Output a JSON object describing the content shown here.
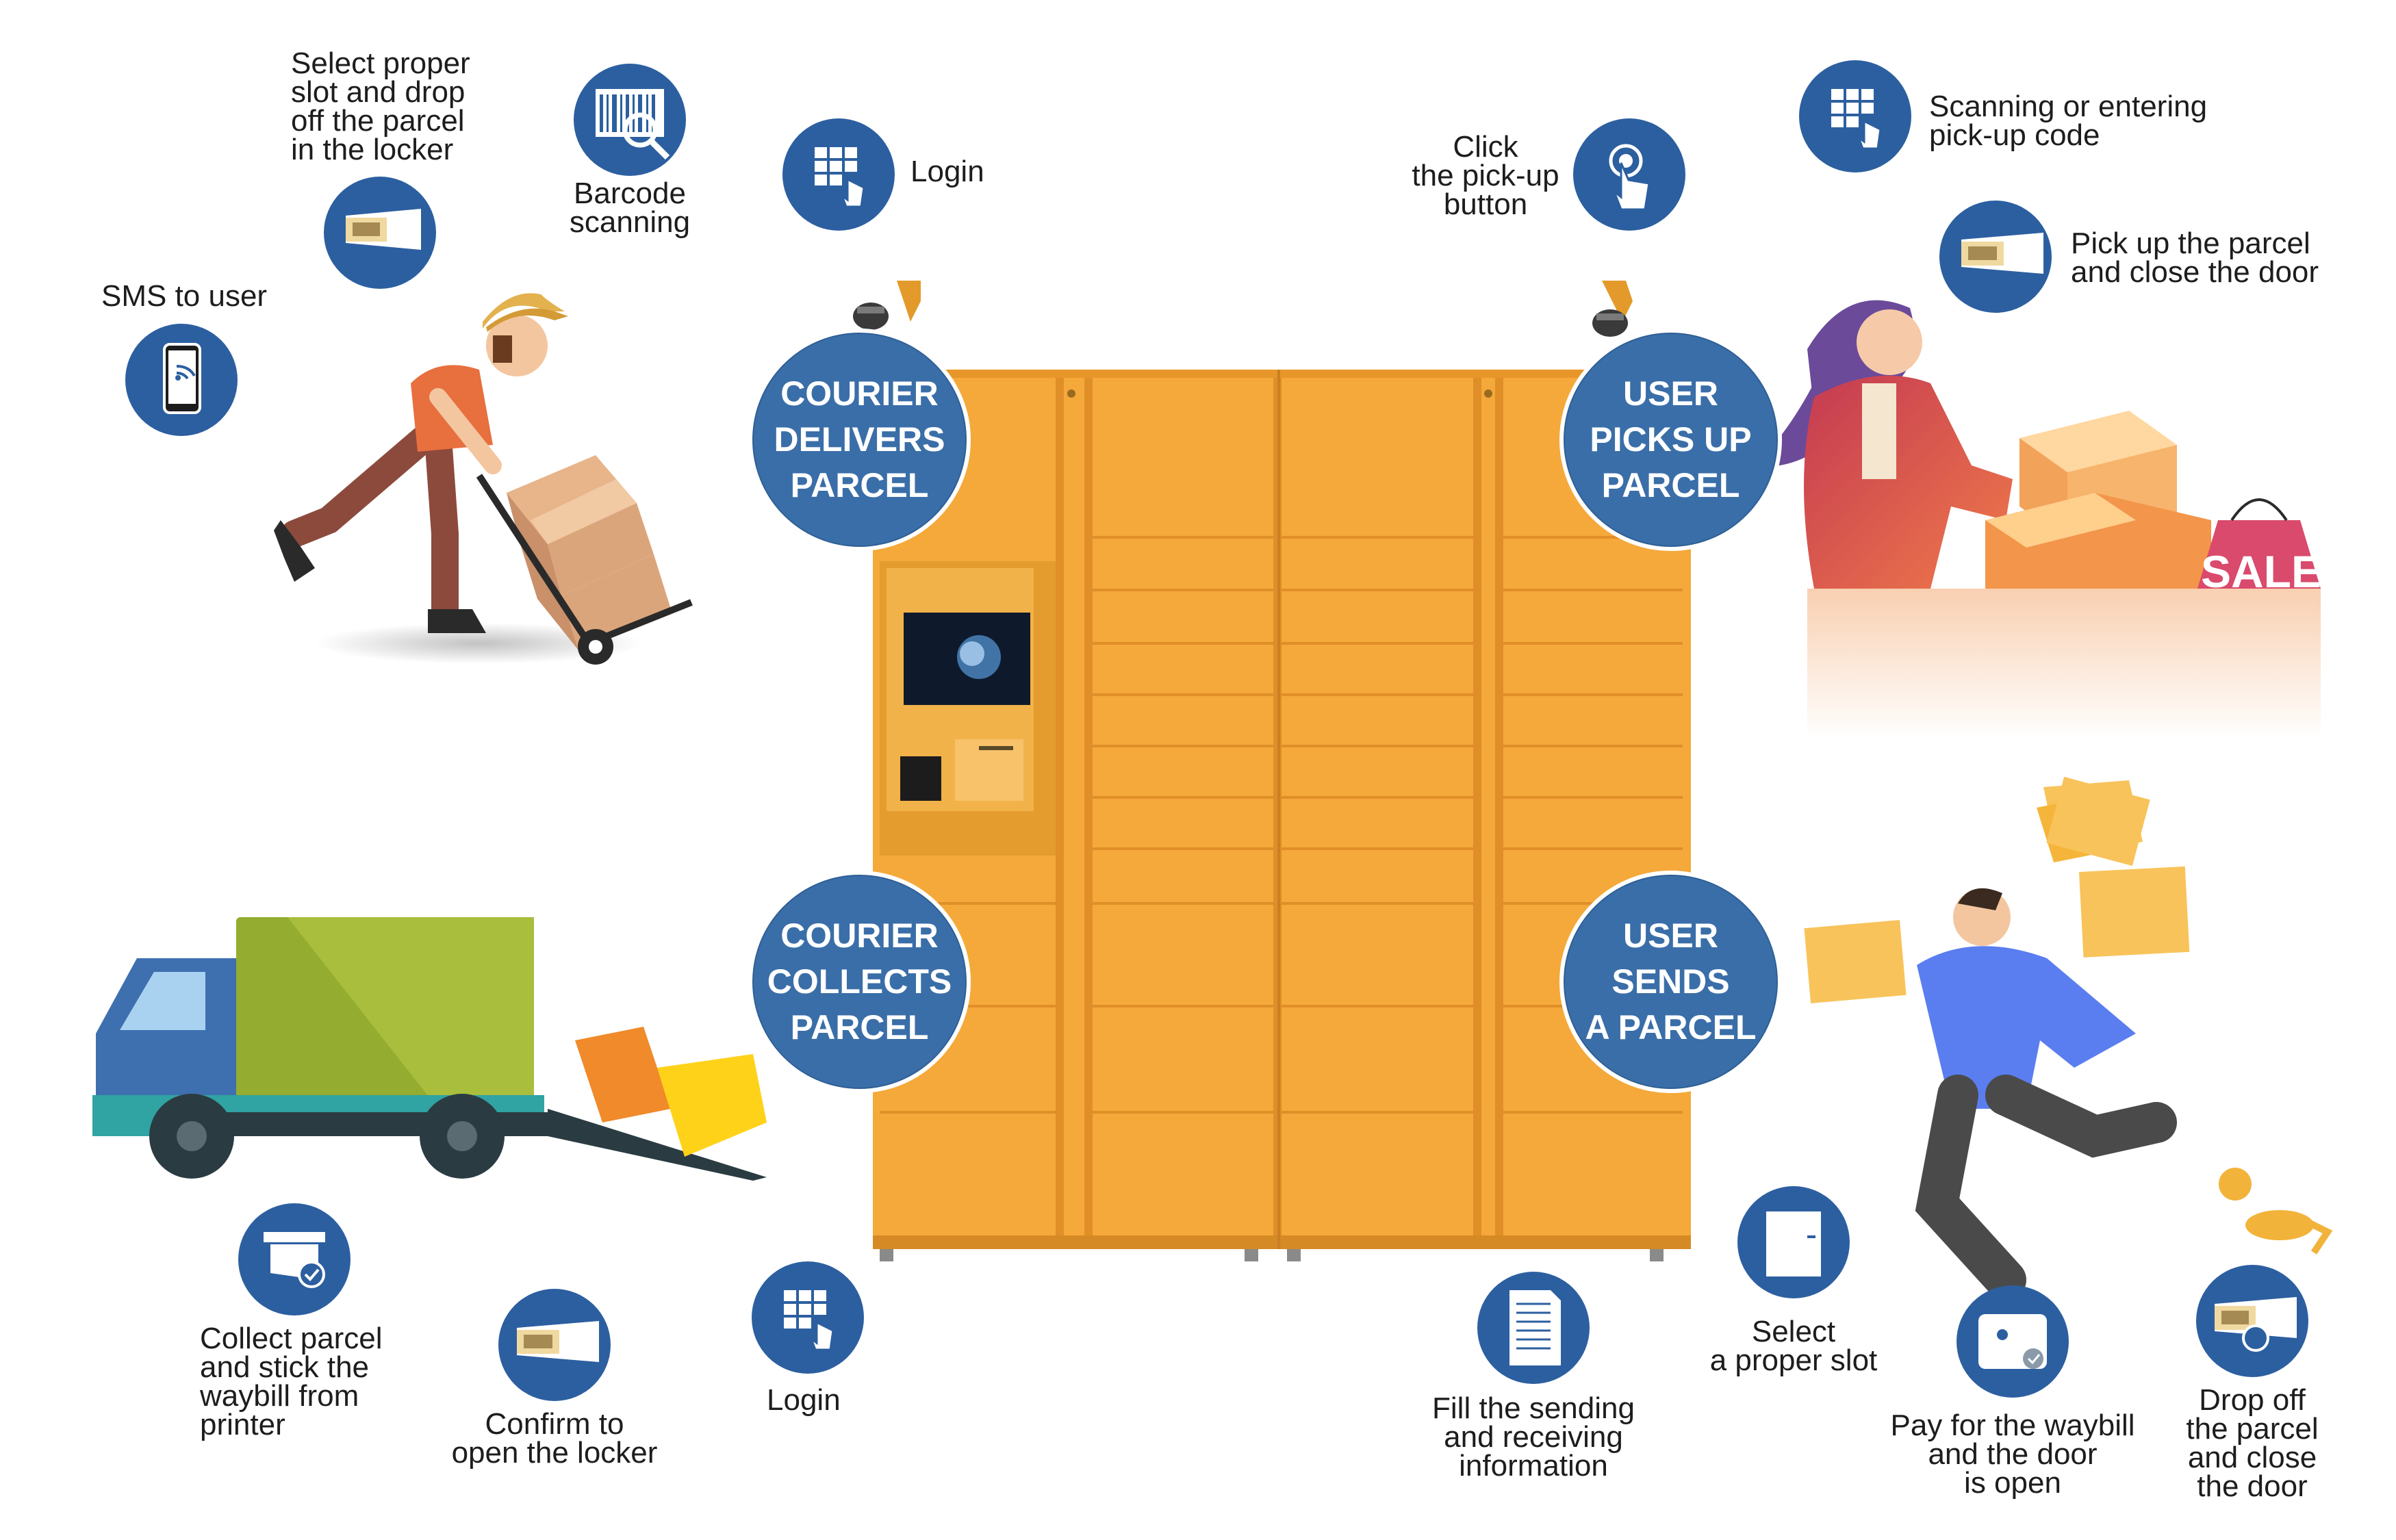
{
  "colors": {
    "hub_blue": "#3a6ea8",
    "icon_blue": "#2c5fa0",
    "locker_orange": "#f5a93a",
    "text": "#1d1d1d"
  },
  "hubs": {
    "courier_delivers": "COURIER\nDELIVERS\nPARCEL",
    "user_picks_up": "USER\nPICKS UP\nPARCEL",
    "courier_collects": "COURIER\nCOLLECTS\nPARCEL",
    "user_sends": "USER\nSENDS\nA PARCEL"
  },
  "steps": {
    "select_slot_drop": "Select proper\nslot and drop\noff the parcel\nin the locker",
    "barcode_scanning": "Barcode\nscanning",
    "courier_login": "Login",
    "sms_to_user": "SMS to user",
    "click_pickup": "Click\nthe pick-up\nbutton",
    "scan_pickup_code": "Scanning or entering\npick-up code",
    "pick_up_close": "Pick up the parcel\nand close the door",
    "collect_waybill": "Collect parcel\nand stick the\nwaybill from\nprinter",
    "confirm_open": "Confirm to\nopen the locker",
    "collect_login": "Login",
    "fill_info": "Fill the sending\nand receiving\ninformation",
    "select_slot": "Select\na proper slot",
    "pay_waybill": "Pay for the waybill\nand the door\nis open",
    "drop_off_close": "Drop off\nthe parcel\nand close\nthe door"
  },
  "icons": {
    "select_slot_drop": "locker-drop-icon",
    "barcode_scanning": "barcode-scan-icon",
    "courier_login": "keypad-touch-icon",
    "sms_to_user": "smartphone-sms-icon",
    "click_pickup": "finger-tap-icon",
    "scan_pickup_code": "keypad-touch-icon",
    "pick_up_close": "locker-drop-icon",
    "collect_waybill": "printer-check-icon",
    "confirm_open": "locker-drop-icon",
    "collect_login": "keypad-touch-icon",
    "fill_info": "document-icon",
    "select_slot": "locker-door-icon",
    "pay_waybill": "toggle-check-icon",
    "drop_off_close": "locker-close-icon"
  },
  "illustration": {
    "sale_tag": "SALE"
  }
}
